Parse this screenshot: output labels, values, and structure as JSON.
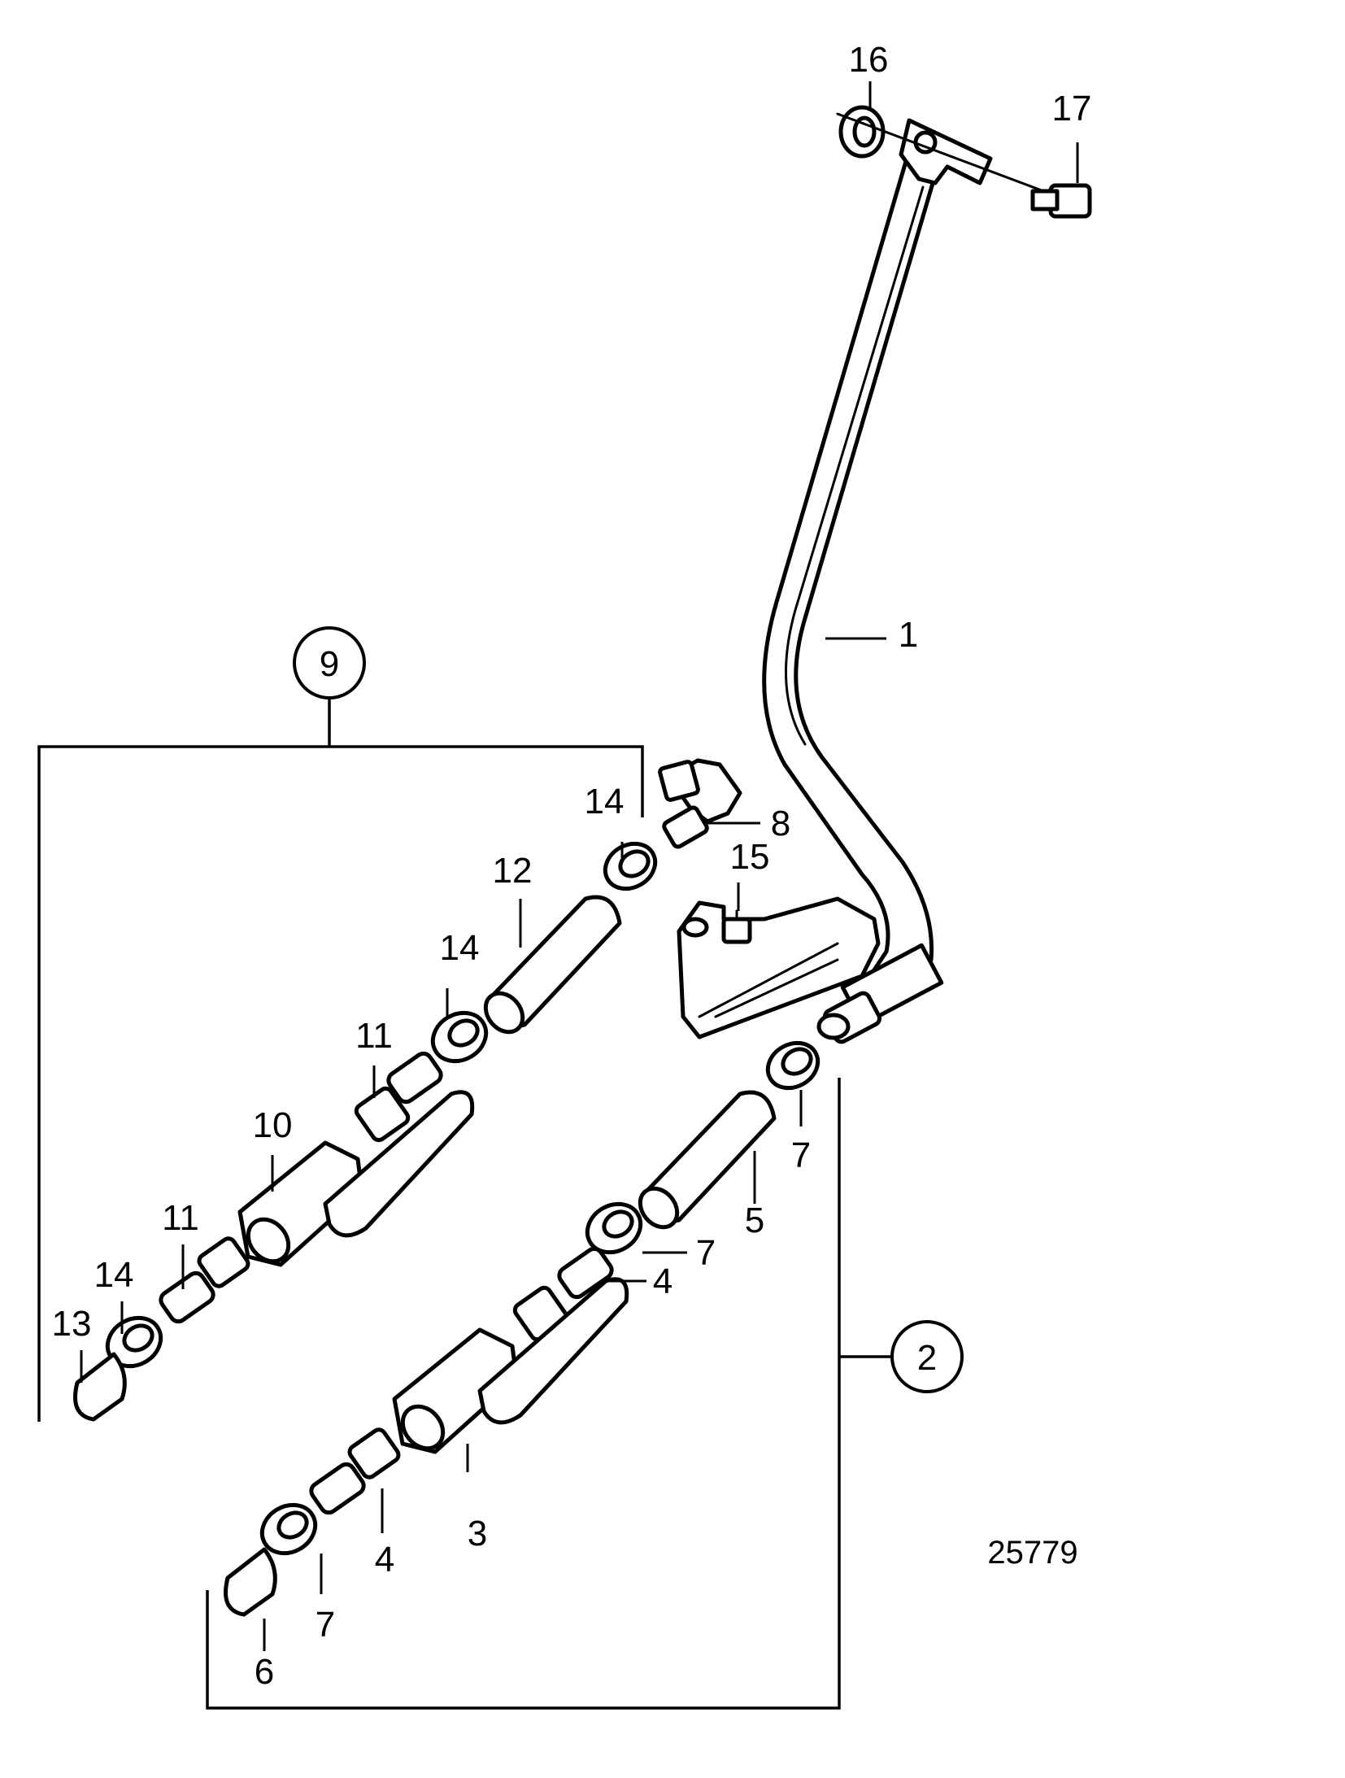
{
  "figure_code": "25779",
  "callouts": {
    "c1": "1",
    "c2": "2",
    "c3": "3",
    "c4a": "4",
    "c4b": "4",
    "c5": "5",
    "c6": "6",
    "c7a": "7",
    "c7b": "7",
    "c7c": "7",
    "c8": "8",
    "c9": "9",
    "c10": "10",
    "c11a": "11",
    "c11b": "11",
    "c12": "12",
    "c13": "13",
    "c14a": "14",
    "c14b": "14",
    "c14c": "14",
    "c15": "15",
    "c16": "16",
    "c17": "17"
  }
}
